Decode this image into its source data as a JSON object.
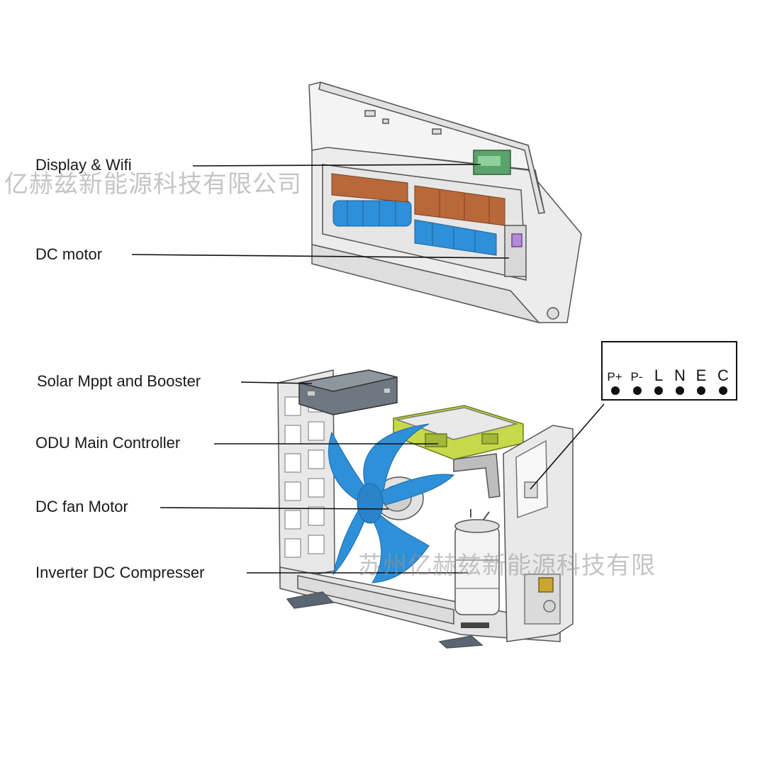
{
  "callouts": {
    "display_wifi": "Display & Wifi",
    "dc_motor": "DC motor",
    "solar_mppt": "Solar Mppt and Booster",
    "odu_controller": "ODU Main Controller",
    "dc_fan_motor": "DC fan Motor",
    "compressor": "Inverter DC Compresser"
  },
  "terminals": [
    "P+",
    "P-",
    "L",
    "N",
    "E",
    "C"
  ],
  "watermarks": {
    "top": "亿赫兹新能源科技有限公司",
    "bottom": "苏州亿赫兹新能源科技有限"
  },
  "colors": {
    "fan_blue": "#2e90d9",
    "copper": "#b9683a",
    "pcb_green": "#c6d94a",
    "outline": "#555555"
  }
}
